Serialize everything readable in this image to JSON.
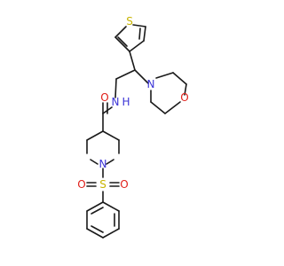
{
  "diagram": {
    "type": "chemical-structure",
    "colors": {
      "bond": "#1a1a1a",
      "carbon": "#1a1a1a",
      "nitrogen": "#3a33d6",
      "oxygen": "#e0201a",
      "sulfur": "#c7b400",
      "background": "#ffffff"
    },
    "labels": {
      "thiophene_sulfur": "S",
      "morpholine_nitrogen": "N",
      "morpholine_oxygen": "O",
      "amide_nitrogen": "N",
      "amide_hydrogen": "H",
      "carbonyl_oxygen": "O",
      "piperidine_nitrogen": "N",
      "sulfonyl_sulfur": "S",
      "sulfonyl_oxygen_left": "O",
      "sulfonyl_oxygen_right": "O"
    }
  }
}
